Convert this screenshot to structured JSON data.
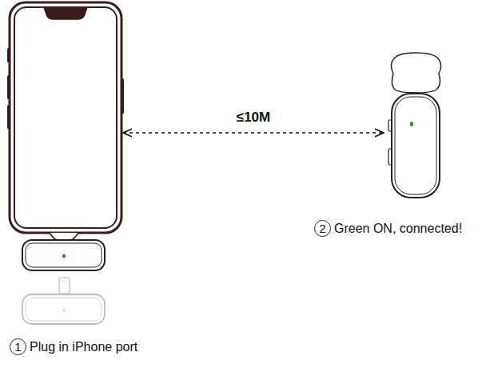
{
  "diagram": {
    "labels": [
      "≤10M",
      "1",
      "Plug in iPhone port",
      "2",
      "Green ON, connected!"
    ]
  }
}
